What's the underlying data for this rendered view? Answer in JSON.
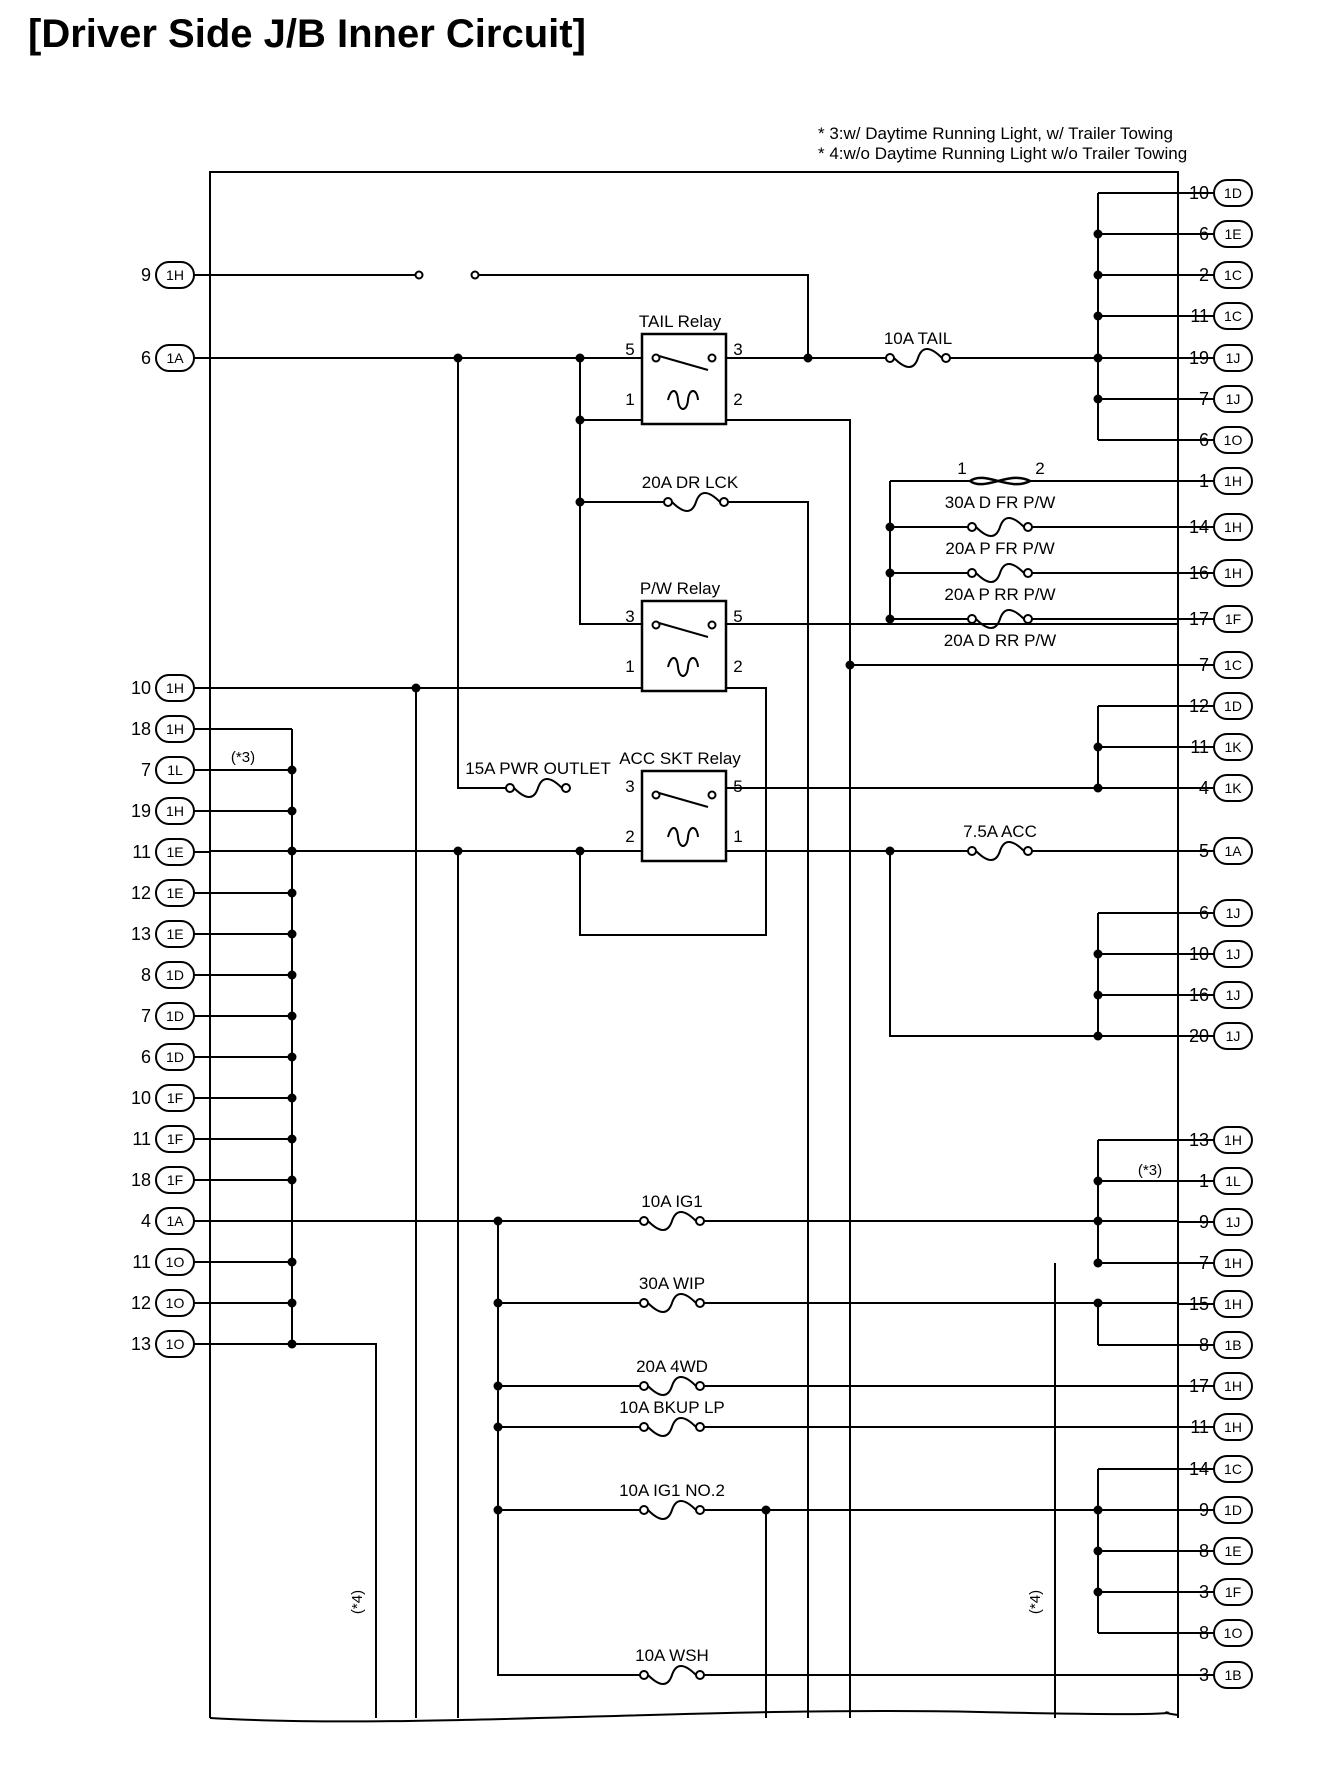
{
  "title": "[Driver Side J/B Inner Circuit]",
  "notes": [
    "* 3:w/ Daytime Running Light, w/ Trailer Towing",
    "* 4:w/o Daytime Running Light w/o Trailer Towing"
  ],
  "left_terminals": [
    {
      "pin": "9",
      "connector": "1H"
    },
    {
      "pin": "6",
      "connector": "1A"
    },
    {
      "pin": "10",
      "connector": "1H"
    },
    {
      "pin": "18",
      "connector": "1H"
    },
    {
      "pin": "7",
      "connector": "1L"
    },
    {
      "pin": "19",
      "connector": "1H"
    },
    {
      "pin": "11",
      "connector": "1E"
    },
    {
      "pin": "12",
      "connector": "1E"
    },
    {
      "pin": "13",
      "connector": "1E"
    },
    {
      "pin": "8",
      "connector": "1D"
    },
    {
      "pin": "7",
      "connector": "1D"
    },
    {
      "pin": "6",
      "connector": "1D"
    },
    {
      "pin": "10",
      "connector": "1F"
    },
    {
      "pin": "11",
      "connector": "1F"
    },
    {
      "pin": "18",
      "connector": "1F"
    },
    {
      "pin": "4",
      "connector": "1A"
    },
    {
      "pin": "11",
      "connector": "1O"
    },
    {
      "pin": "12",
      "connector": "1O"
    },
    {
      "pin": "13",
      "connector": "1O"
    }
  ],
  "right_terminals": [
    {
      "pin": "10",
      "connector": "1D"
    },
    {
      "pin": "6",
      "connector": "1E"
    },
    {
      "pin": "2",
      "connector": "1C"
    },
    {
      "pin": "11",
      "connector": "1C"
    },
    {
      "pin": "19",
      "connector": "1J"
    },
    {
      "pin": "7",
      "connector": "1J"
    },
    {
      "pin": "6",
      "connector": "1O"
    },
    {
      "pin": "1",
      "connector": "1H"
    },
    {
      "pin": "14",
      "connector": "1H"
    },
    {
      "pin": "16",
      "connector": "1H"
    },
    {
      "pin": "17",
      "connector": "1F"
    },
    {
      "pin": "7",
      "connector": "1C"
    },
    {
      "pin": "12",
      "connector": "1D"
    },
    {
      "pin": "11",
      "connector": "1K"
    },
    {
      "pin": "4",
      "connector": "1K"
    },
    {
      "pin": "5",
      "connector": "1A"
    },
    {
      "pin": "6",
      "connector": "1J"
    },
    {
      "pin": "10",
      "connector": "1J"
    },
    {
      "pin": "16",
      "connector": "1J"
    },
    {
      "pin": "20",
      "connector": "1J"
    },
    {
      "pin": "13",
      "connector": "1H"
    },
    {
      "pin": "1",
      "connector": "1L"
    },
    {
      "pin": "9",
      "connector": "1J"
    },
    {
      "pin": "7",
      "connector": "1H"
    },
    {
      "pin": "15",
      "connector": "1H"
    },
    {
      "pin": "8",
      "connector": "1B"
    },
    {
      "pin": "17",
      "connector": "1H"
    },
    {
      "pin": "11",
      "connector": "1H"
    },
    {
      "pin": "14",
      "connector": "1C"
    },
    {
      "pin": "9",
      "connector": "1D"
    },
    {
      "pin": "8",
      "connector": "1E"
    },
    {
      "pin": "3",
      "connector": "1F"
    },
    {
      "pin": "8",
      "connector": "1O"
    },
    {
      "pin": "3",
      "connector": "1B"
    }
  ],
  "fuses": [
    {
      "label": "10A TAIL"
    },
    {
      "label": "20A DR LCK"
    },
    {
      "label": "30A D FR P/W"
    },
    {
      "label": "20A P FR P/W"
    },
    {
      "label": "20A P RR P/W"
    },
    {
      "label": "20A D RR P/W"
    },
    {
      "label": "15A PWR OUTLET"
    },
    {
      "label": "7.5A ACC"
    },
    {
      "label": "10A IG1"
    },
    {
      "label": "30A WIP"
    },
    {
      "label": "20A 4WD"
    },
    {
      "label": "10A BKUP LP"
    },
    {
      "label": "10A IG1 NO.2"
    },
    {
      "label": "10A WSH"
    }
  ],
  "relays": [
    {
      "name": "TAIL Relay",
      "pins": [
        "5",
        "3",
        "1",
        "2"
      ]
    },
    {
      "name": "P/W Relay",
      "pins": [
        "3",
        "5",
        "1",
        "2"
      ]
    },
    {
      "name": "ACC SKT Relay",
      "pins": [
        "3",
        "5",
        "2",
        "1"
      ]
    }
  ],
  "breaker_pins": [
    "1",
    "2"
  ],
  "variant_marks": [
    "(*3)",
    "(*3)",
    "(*4)",
    "(*4)"
  ],
  "colors": {
    "line": "#000000",
    "background": "#ffffff"
  }
}
